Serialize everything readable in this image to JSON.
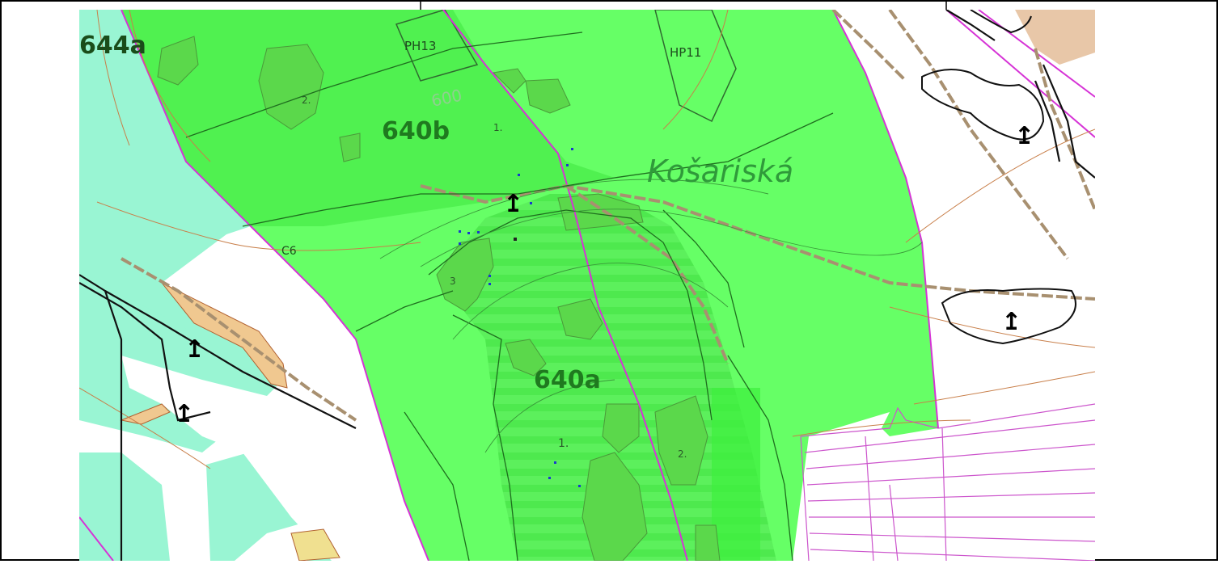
{
  "map": {
    "labels": {
      "parcel_644a": "644a",
      "parcel_640b": "640b",
      "parcel_640a": "640a",
      "place_kosariska": "Košariská",
      "stand_ph13": "PH13",
      "stand_hp11": "HP11",
      "contour_600": "600",
      "c6": "C6",
      "num_1a": "1.",
      "num_1b": "1.",
      "num_2a": "2.",
      "num_2b": "2.",
      "num_3": "3"
    },
    "symbols": {
      "tree_symbol": "↥"
    },
    "colors": {
      "forest_green": "#66ff66",
      "forest_dark_green": "#44ee44",
      "meadow_mint": "#99f5d3",
      "boundary_magenta": "#d633d6",
      "path_brown": "#a89070",
      "contour_orange": "#c87f4a",
      "ownership_parcels": "#cc55cc",
      "sand_patch": "#f0c890",
      "cleared_tan": "#e8c7a8"
    }
  }
}
